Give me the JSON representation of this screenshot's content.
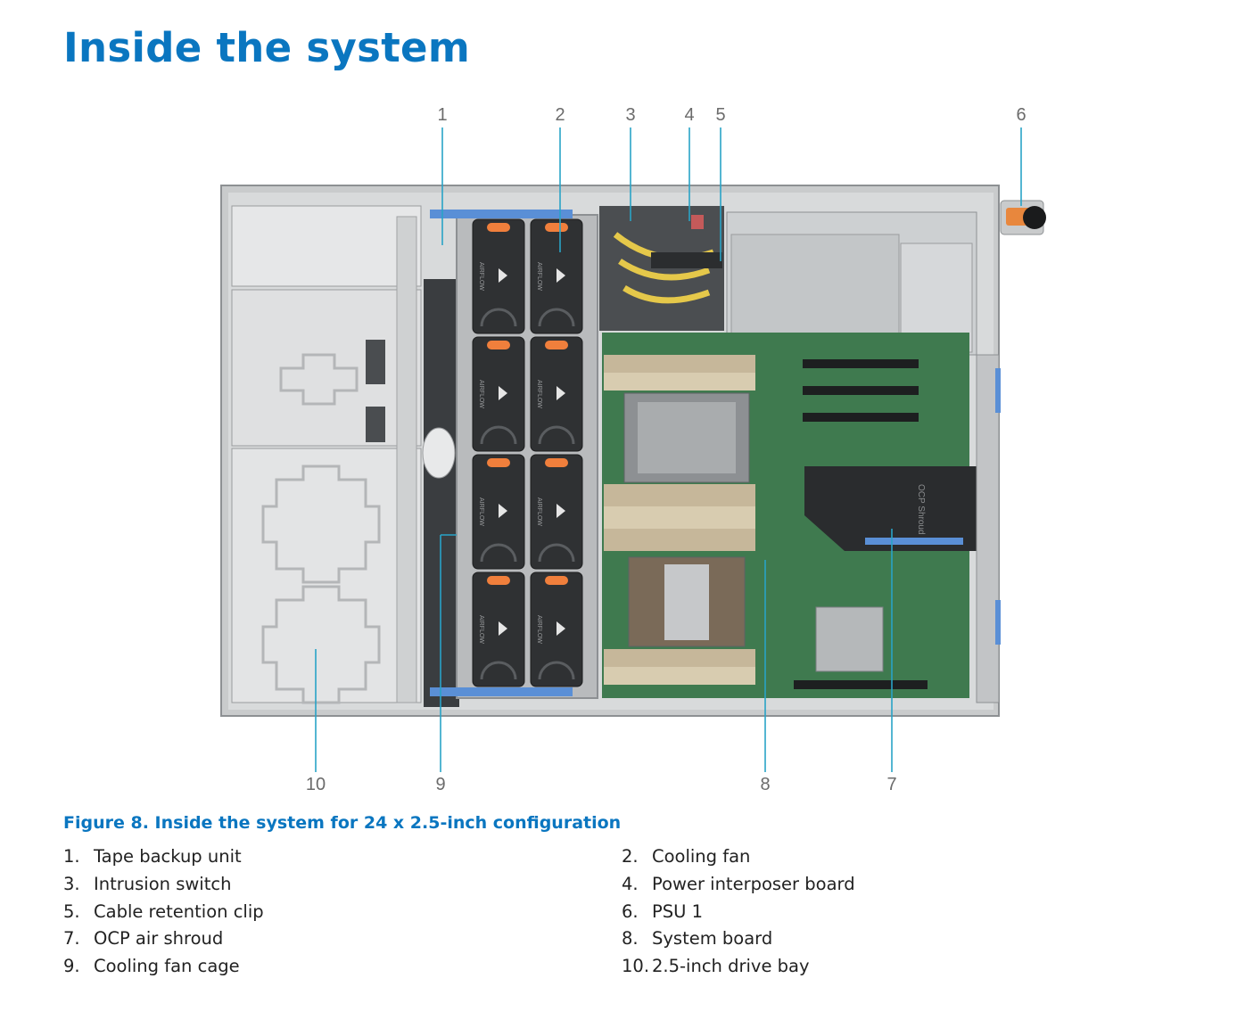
{
  "page_title": "Inside the system",
  "figure": {
    "caption": "Figure 8. Inside the system for 24 x 2.5-inch configuration",
    "callout_numbers": [
      "1",
      "2",
      "3",
      "4",
      "5",
      "6",
      "7",
      "8",
      "9",
      "10"
    ],
    "panel_labels": {
      "fan_airflow": "AIRFLOW",
      "shroud": "OCP Shroud"
    },
    "colors": {
      "heading": "#0a76c0",
      "callout_line": "#29a3c7",
      "fan_accent": "#f07f3c",
      "board_green": "#3f7a4f",
      "chassis_gray": "#c9cbcc"
    }
  },
  "legend": [
    {
      "num": "1.",
      "label": "Tape backup unit"
    },
    {
      "num": "2.",
      "label": "Cooling fan"
    },
    {
      "num": "3.",
      "label": "Intrusion switch"
    },
    {
      "num": "4.",
      "label": "Power interposer board"
    },
    {
      "num": "5.",
      "label": "Cable retention clip"
    },
    {
      "num": "6.",
      "label": "PSU 1"
    },
    {
      "num": "7.",
      "label": "OCP air shroud"
    },
    {
      "num": "8.",
      "label": "System board"
    },
    {
      "num": "9.",
      "label": "Cooling fan cage"
    },
    {
      "num": "10.",
      "label": "2.5-inch drive bay"
    }
  ]
}
